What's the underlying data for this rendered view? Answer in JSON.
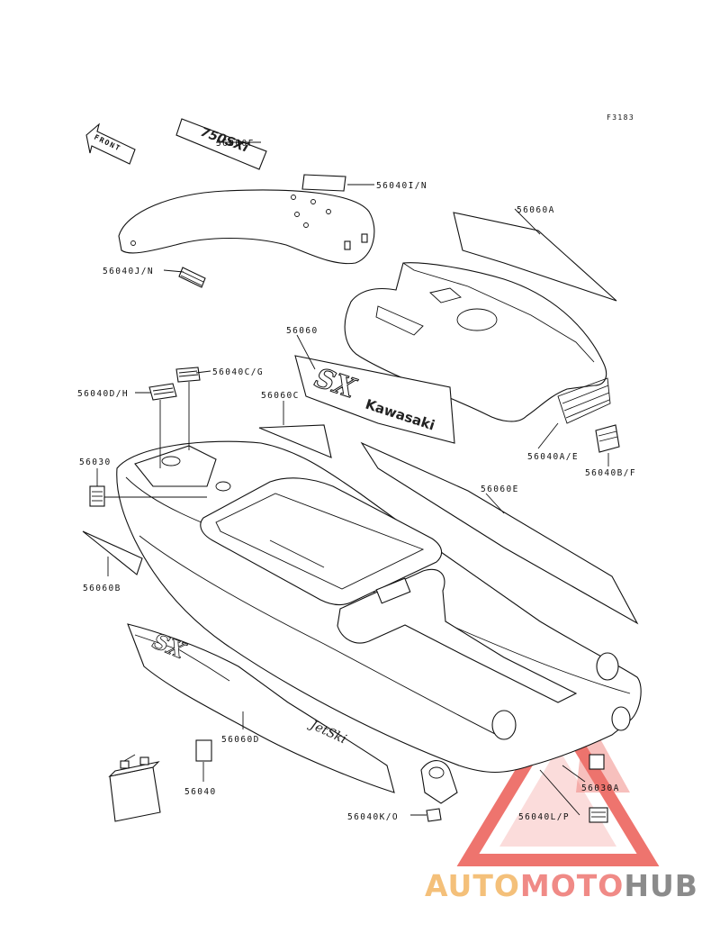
{
  "figure_id": "F3183",
  "front_arrow": "FRONT",
  "parts": {
    "p56060F": "56060F",
    "p56040I": "56040I/N",
    "p56060A": "56060A",
    "p56040J": "56040J/N",
    "p56060": "56060",
    "p56040C": "56040C/G",
    "p56040D": "56040D/H",
    "p56060C": "56060C",
    "p56040A": "56040A/E",
    "p56040B": "56040B/F",
    "p56030": "56030",
    "p56060E": "56060E",
    "p56060B": "56060B",
    "p56060D": "56060D",
    "p56040": "56040",
    "p56040K": "56040K/O",
    "p56030A": "56030A",
    "p56040L": "56040L/P"
  },
  "decals": {
    "model_badge": "750SXi",
    "brand": "Kawasaki",
    "sx_logo": "SX",
    "jetski": "JetSki"
  },
  "watermark": {
    "part1": "AUTO",
    "part2": "MOTO",
    "part3": "HUB",
    "colors": {
      "auto": "#f4c07a",
      "moto": "#f08a86",
      "hub": "#8b8b8b",
      "triangle": "#ec5c55"
    }
  }
}
